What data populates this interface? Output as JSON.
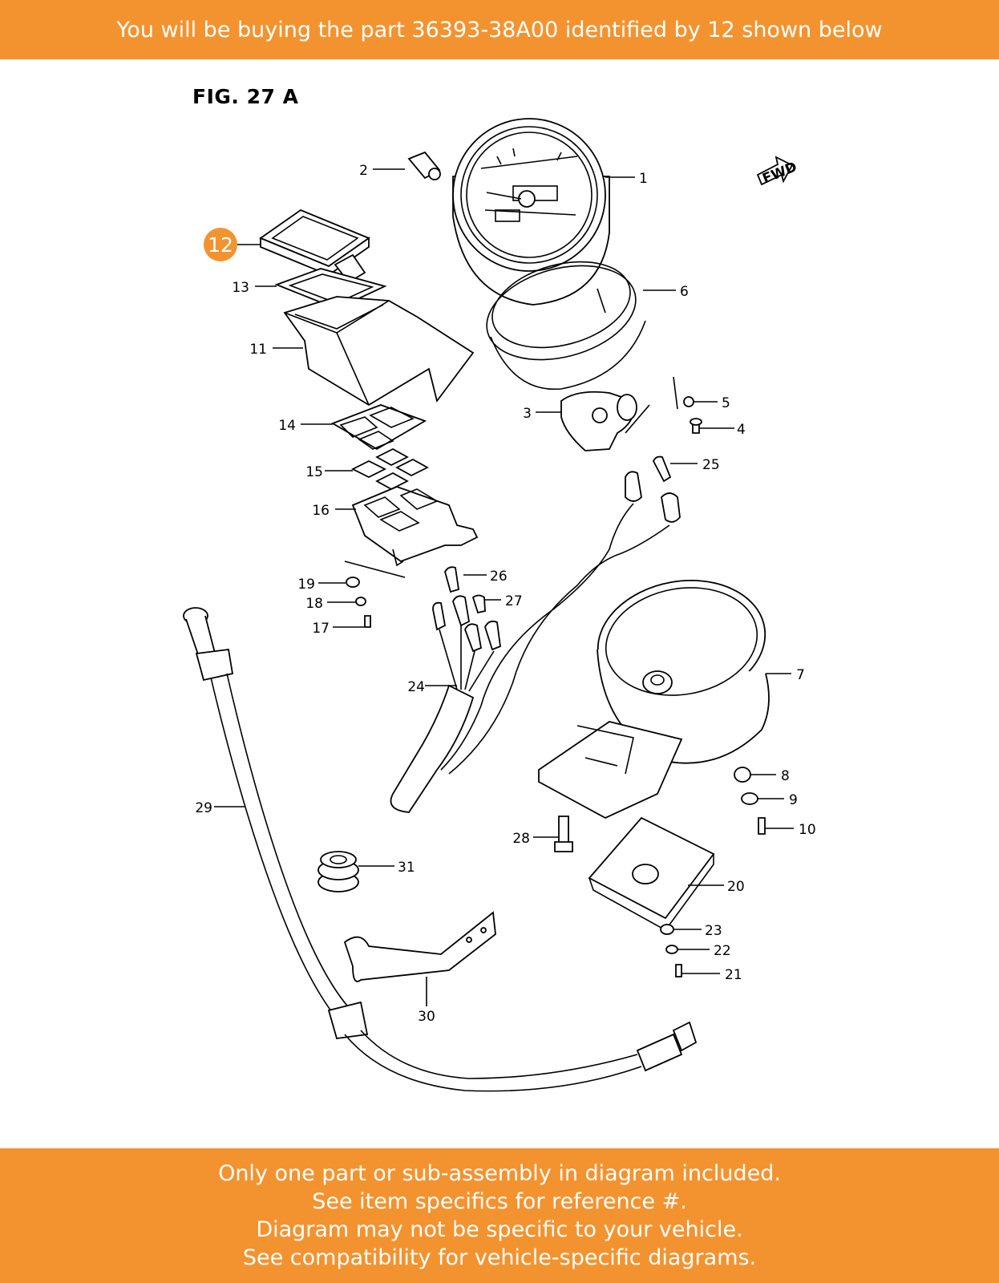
{
  "banner_top": "You will be buying the part 36393-38A00 identified by 12 shown below",
  "figure_title": "FIG. 27 A",
  "fwd_tag": "FWD",
  "highlight": {
    "label": "12",
    "color": "#f39330"
  },
  "callouts": {
    "c1": "1",
    "c2": "2",
    "c3": "3",
    "c4": "4",
    "c5": "5",
    "c6": "6",
    "c7": "7",
    "c8": "8",
    "c9": "9",
    "c10": "10",
    "c11": "11",
    "c13": "13",
    "c14": "14",
    "c15": "15",
    "c16": "16",
    "c17": "17",
    "c18": "18",
    "c19": "19",
    "c20": "20",
    "c21": "21",
    "c22": "22",
    "c23": "23",
    "c24": "24",
    "c25": "25",
    "c26": "26",
    "c27": "27",
    "c28": "28",
    "c29": "29",
    "c30": "30",
    "c31": "31"
  },
  "banner_bottom": [
    "Only one part or sub-assembly in diagram included.",
    "See item specifics for reference #.",
    "Diagram may not be specific to your vehicle.",
    "See compatibility for vehicle-specific diagrams."
  ]
}
